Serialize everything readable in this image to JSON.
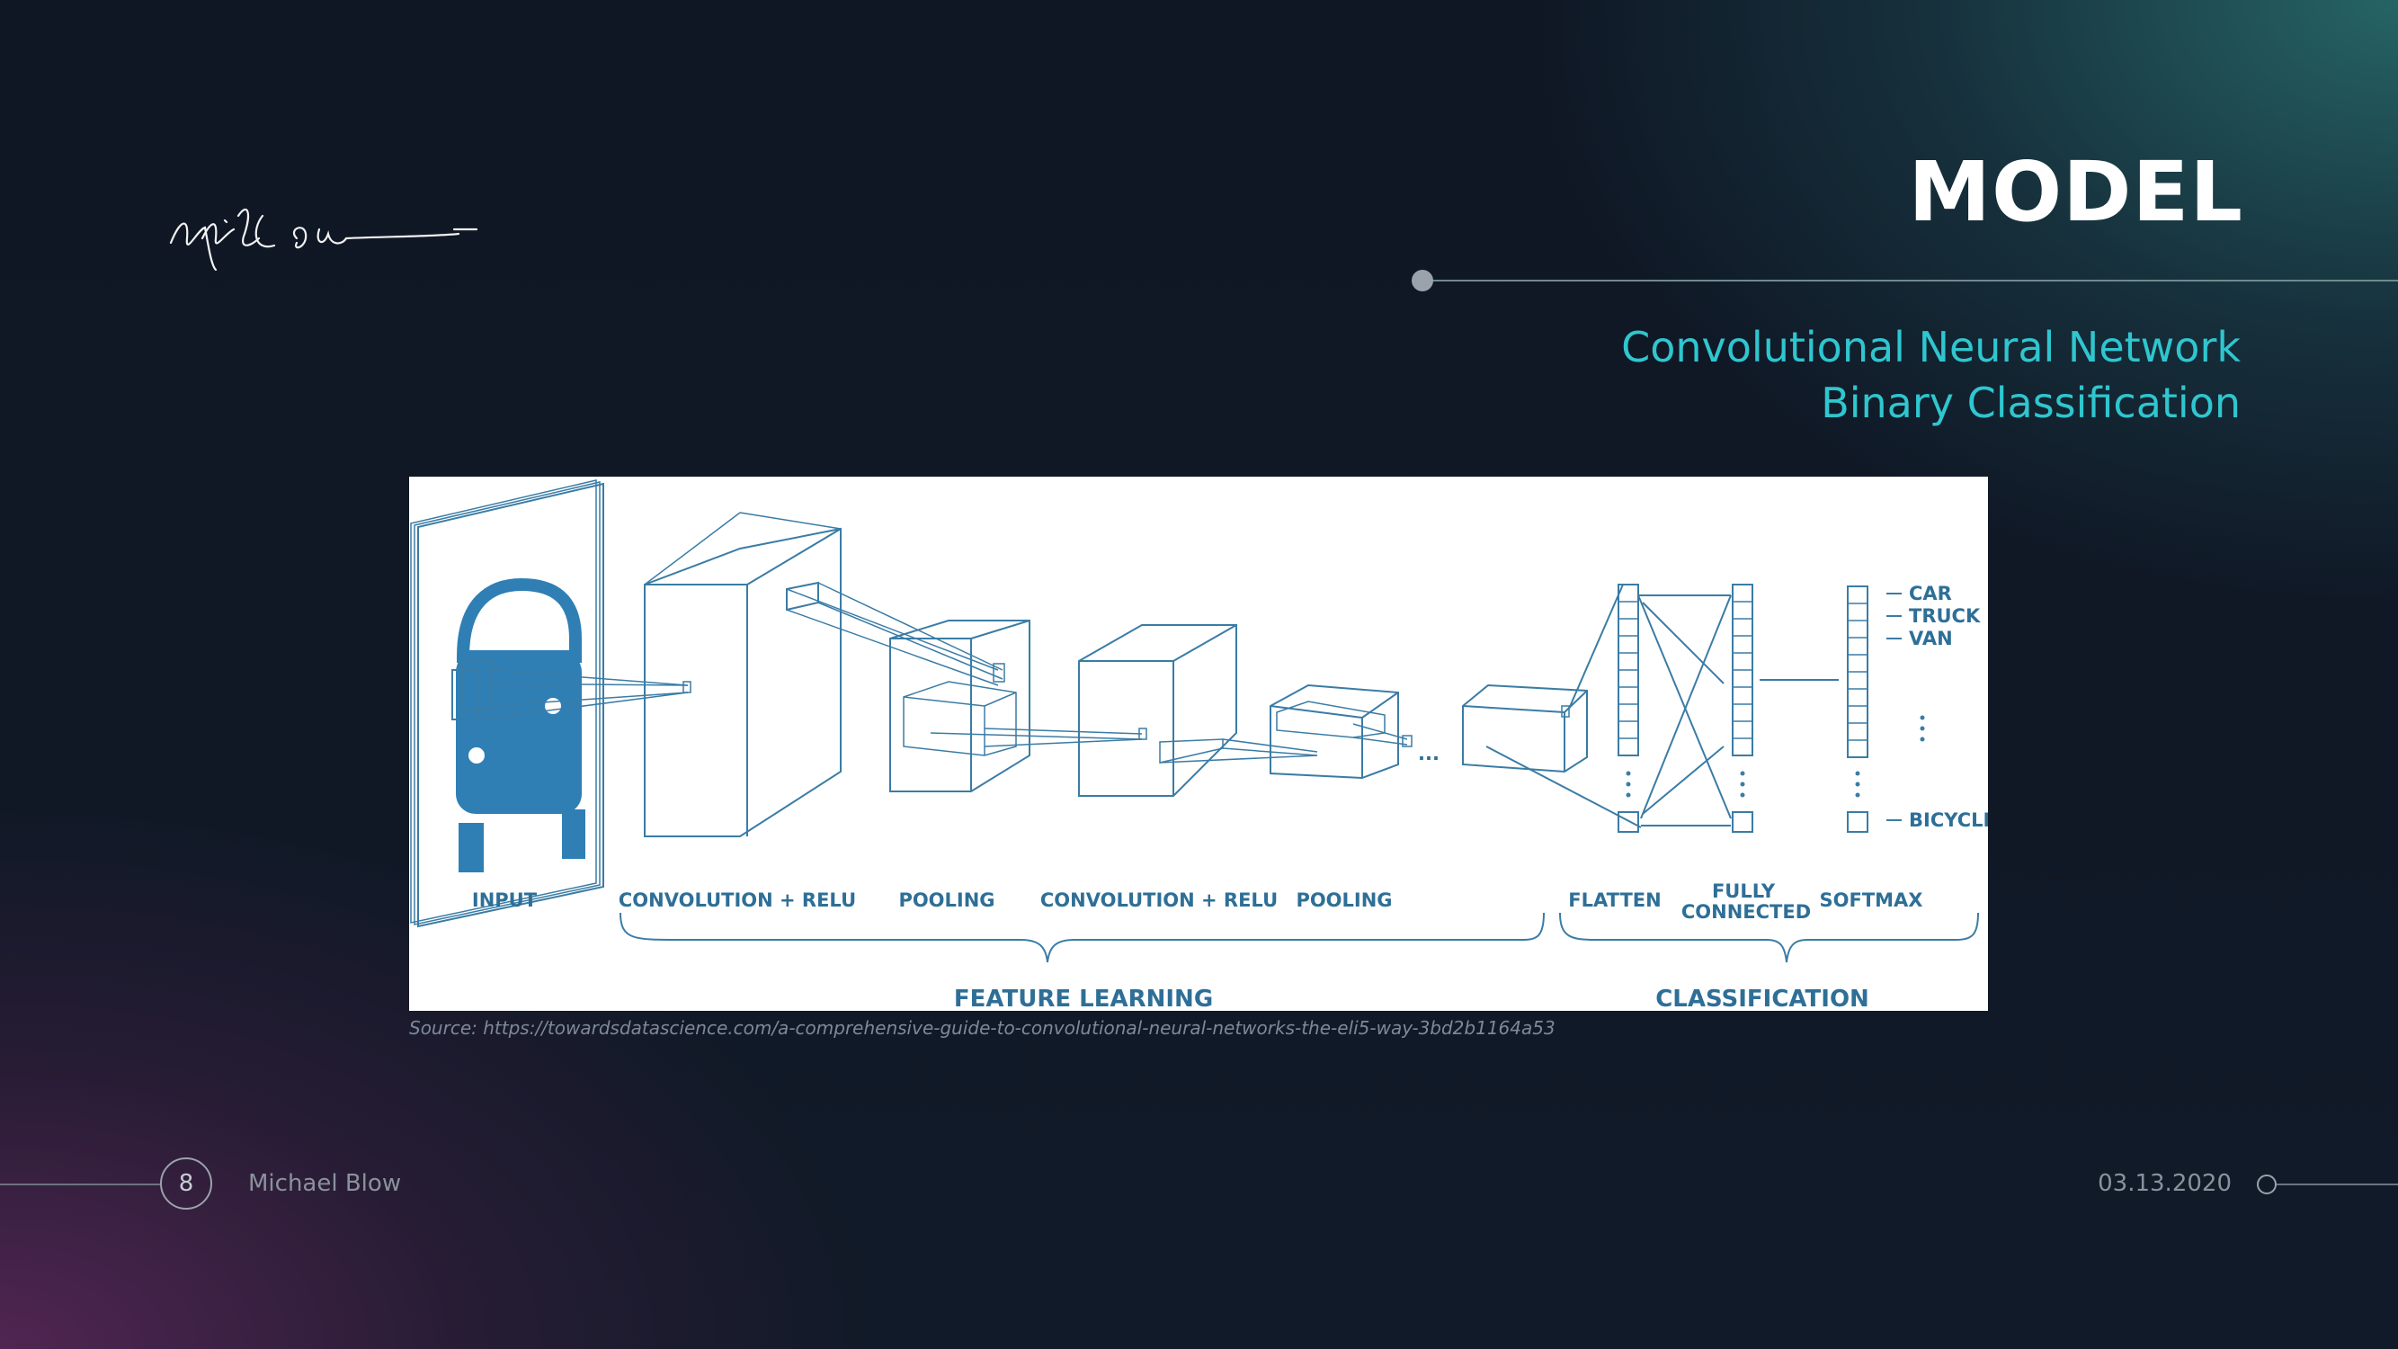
{
  "slide": {
    "title": "MODEL",
    "subtitle_line1": "Convolutional Neural Network",
    "subtitle_line2": "Binary Classification",
    "source_caption": "Source: https://towardsdatascience.com/a-comprehensive-guide-to-convolutional-neural-networks-the-eli5-way-3bd2b1164a53",
    "signature_icon": "handwritten-signature"
  },
  "diagram": {
    "stage_labels": {
      "input": "INPUT",
      "conv1": "CONVOLUTION + RELU",
      "pool1": "POOLING",
      "conv2": "CONVOLUTION + RELU",
      "pool2": "POOLING",
      "flatten": "FLATTEN",
      "fc_line1": "FULLY",
      "fc_line2": "CONNECTED",
      "softmax": "SOFTMAX"
    },
    "ellipsis": "...",
    "group_labels": {
      "feature_learning": "FEATURE LEARNING",
      "classification": "CLASSIFICATION"
    },
    "classes": [
      "CAR",
      "TRUCK",
      "VAN",
      "BICYCLE"
    ],
    "colors": {
      "primary": "#3a7ca5",
      "car_fill": "#2f7fb5",
      "label": "#2e6f97"
    }
  },
  "footer": {
    "page_number": "8",
    "author": "Michael Blow",
    "date": "03.13.2020"
  },
  "theme": {
    "title_color": "#ffffff",
    "subtitle_color": "#2fc6cf",
    "muted_text": "#8a929c"
  }
}
